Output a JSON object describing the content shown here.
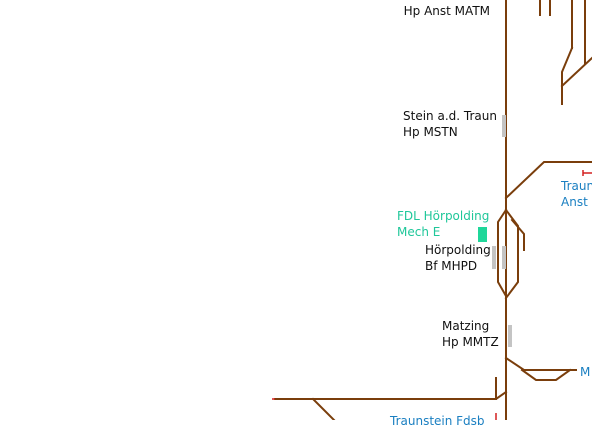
{
  "stations": {
    "anst_matm": {
      "line1": "",
      "line2": "Hp Anst MATM"
    },
    "mstn": {
      "line1": "Stein a.d. Traun",
      "line2": "Hp MSTN"
    },
    "mhpd": {
      "line1": "Hörpolding",
      "line2": "Bf MHPD"
    },
    "mmtz": {
      "line1": "Matzing",
      "line2": "Hp MMTZ"
    }
  },
  "dispatcher": {
    "line1": "FDL Hörpolding",
    "line2": "Mech E"
  },
  "branches": {
    "traun": {
      "line1": "Traun",
      "line2": "Anst"
    },
    "m_branch": {
      "line1": "M"
    },
    "bottom_partial": {
      "line1": "Traunstein Fdsb"
    }
  },
  "colors": {
    "track": "#7a3e0c",
    "platform": "#c4c4c4",
    "fdl_text": "#1fc79a",
    "fdl_signal": "#1fd79a",
    "branch_text": "#1a7fc1",
    "buffer_stop": "#d22020"
  }
}
